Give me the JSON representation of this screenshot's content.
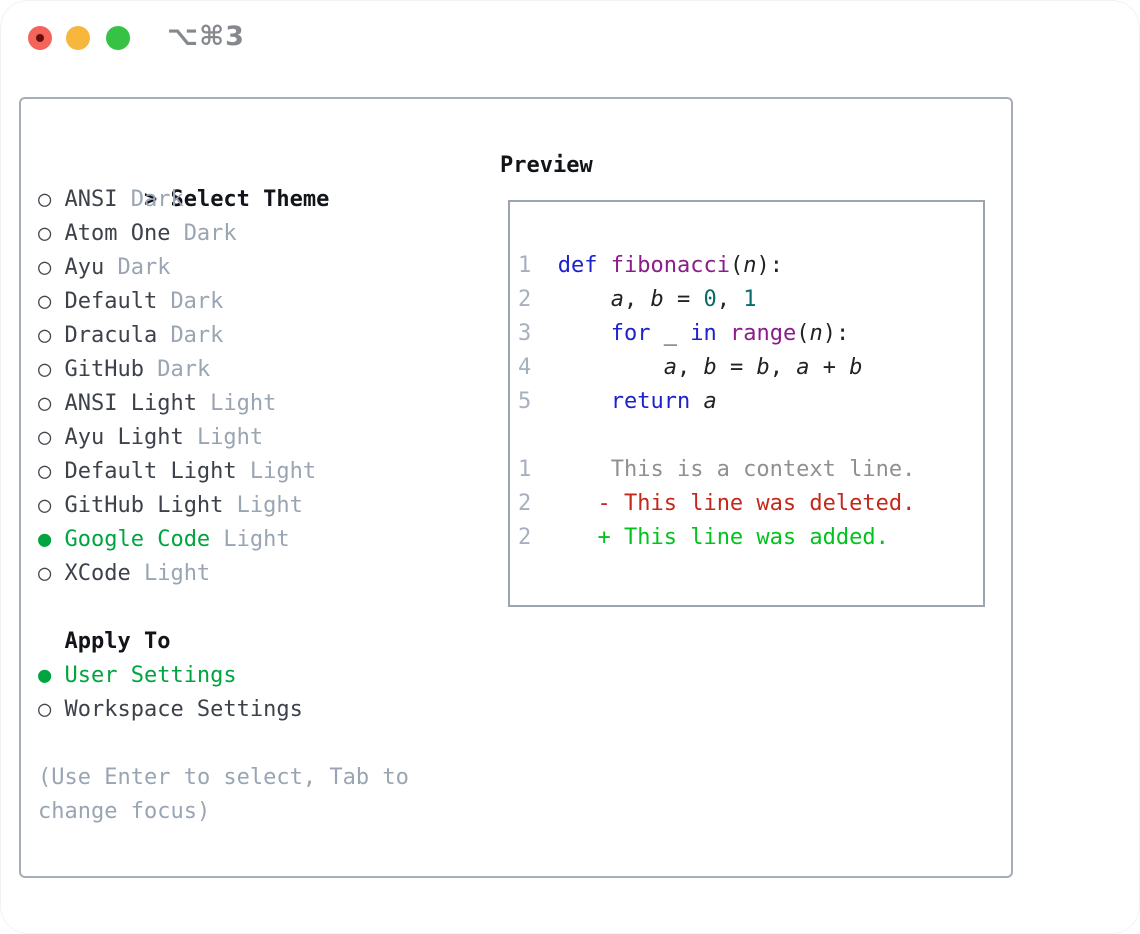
{
  "window": {
    "shortcut_label": "⌥⌘3"
  },
  "traffic_lights": {
    "close": "#f4645b",
    "minimize": "#f6b73c",
    "zoom": "#35c245"
  },
  "colors": {
    "selected_green": "#00a53f",
    "muted_gray": "#9aa5b3",
    "panel_border": "#a8aeb9",
    "diff_added": "#00c31d",
    "diff_deleted": "#c4271b",
    "keyword_blue": "#1d23c9",
    "function_purple": "#8b1d8b",
    "number_teal": "#0a6a6a"
  },
  "bullets": {
    "selected": "●",
    "unselected": "○"
  },
  "theme_picker": {
    "prompt": ">",
    "header": "Select Theme",
    "items": [
      {
        "name": "ANSI",
        "variant": "Dark",
        "selected": false
      },
      {
        "name": "Atom One",
        "variant": "Dark",
        "selected": false
      },
      {
        "name": "Ayu",
        "variant": "Dark",
        "selected": false
      },
      {
        "name": "Default",
        "variant": "Dark",
        "selected": false
      },
      {
        "name": "Dracula",
        "variant": "Dark",
        "selected": false
      },
      {
        "name": "GitHub",
        "variant": "Dark",
        "selected": false
      },
      {
        "name": "ANSI Light",
        "variant": "Light",
        "selected": false
      },
      {
        "name": "Ayu Light",
        "variant": "Light",
        "selected": false
      },
      {
        "name": "Default Light",
        "variant": "Light",
        "selected": false
      },
      {
        "name": "GitHub Light",
        "variant": "Light",
        "selected": false
      },
      {
        "name": "Google Code",
        "variant": "Light",
        "selected": true
      },
      {
        "name": "XCode",
        "variant": "Light",
        "selected": false
      }
    ]
  },
  "apply_to": {
    "header": "Apply To",
    "options": [
      {
        "label": "User Settings",
        "selected": true
      },
      {
        "label": "Workspace Settings",
        "selected": false
      }
    ]
  },
  "help": {
    "lines": [
      "(Use Enter to select, Tab to",
      "change focus)"
    ]
  },
  "preview": {
    "header": "Preview",
    "code_lines": [
      [
        [
          "ln",
          "1"
        ],
        [
          "pl",
          "  "
        ],
        [
          "kw",
          "def"
        ],
        [
          "pl",
          " "
        ],
        [
          "fn",
          "fibonacci"
        ],
        [
          "pl",
          "("
        ],
        [
          "var",
          "n"
        ],
        [
          "pl",
          "):"
        ]
      ],
      [
        [
          "ln",
          "2"
        ],
        [
          "pl",
          "      "
        ],
        [
          "var",
          "a"
        ],
        [
          "pl",
          ", "
        ],
        [
          "var",
          "b"
        ],
        [
          "pl",
          " = "
        ],
        [
          "num",
          "0"
        ],
        [
          "pl",
          ", "
        ],
        [
          "num",
          "1"
        ]
      ],
      [
        [
          "ln",
          "3"
        ],
        [
          "pl",
          "      "
        ],
        [
          "kw",
          "for"
        ],
        [
          "pl",
          " _ "
        ],
        [
          "kw",
          "in"
        ],
        [
          "pl",
          " "
        ],
        [
          "fn",
          "range"
        ],
        [
          "pl",
          "("
        ],
        [
          "var",
          "n"
        ],
        [
          "pl",
          "):"
        ]
      ],
      [
        [
          "ln",
          "4"
        ],
        [
          "pl",
          "          "
        ],
        [
          "var",
          "a"
        ],
        [
          "pl",
          ", "
        ],
        [
          "var",
          "b"
        ],
        [
          "pl",
          " = "
        ],
        [
          "var",
          "b"
        ],
        [
          "pl",
          ", "
        ],
        [
          "var",
          "a"
        ],
        [
          "pl",
          " + "
        ],
        [
          "var",
          "b"
        ]
      ],
      [
        [
          "ln",
          "5"
        ],
        [
          "pl",
          "      "
        ],
        [
          "kw",
          "return"
        ],
        [
          "pl",
          " "
        ],
        [
          "var",
          "a"
        ]
      ],
      [],
      [
        [
          "ln",
          "1"
        ],
        [
          "ctx",
          "      This is a context line."
        ]
      ],
      [
        [
          "ln",
          "2"
        ],
        [
          "pl",
          "     "
        ],
        [
          "del",
          "- This line was deleted."
        ]
      ],
      [
        [
          "ln",
          "2"
        ],
        [
          "pl",
          "     "
        ],
        [
          "add",
          "+ This line was added."
        ]
      ]
    ]
  }
}
